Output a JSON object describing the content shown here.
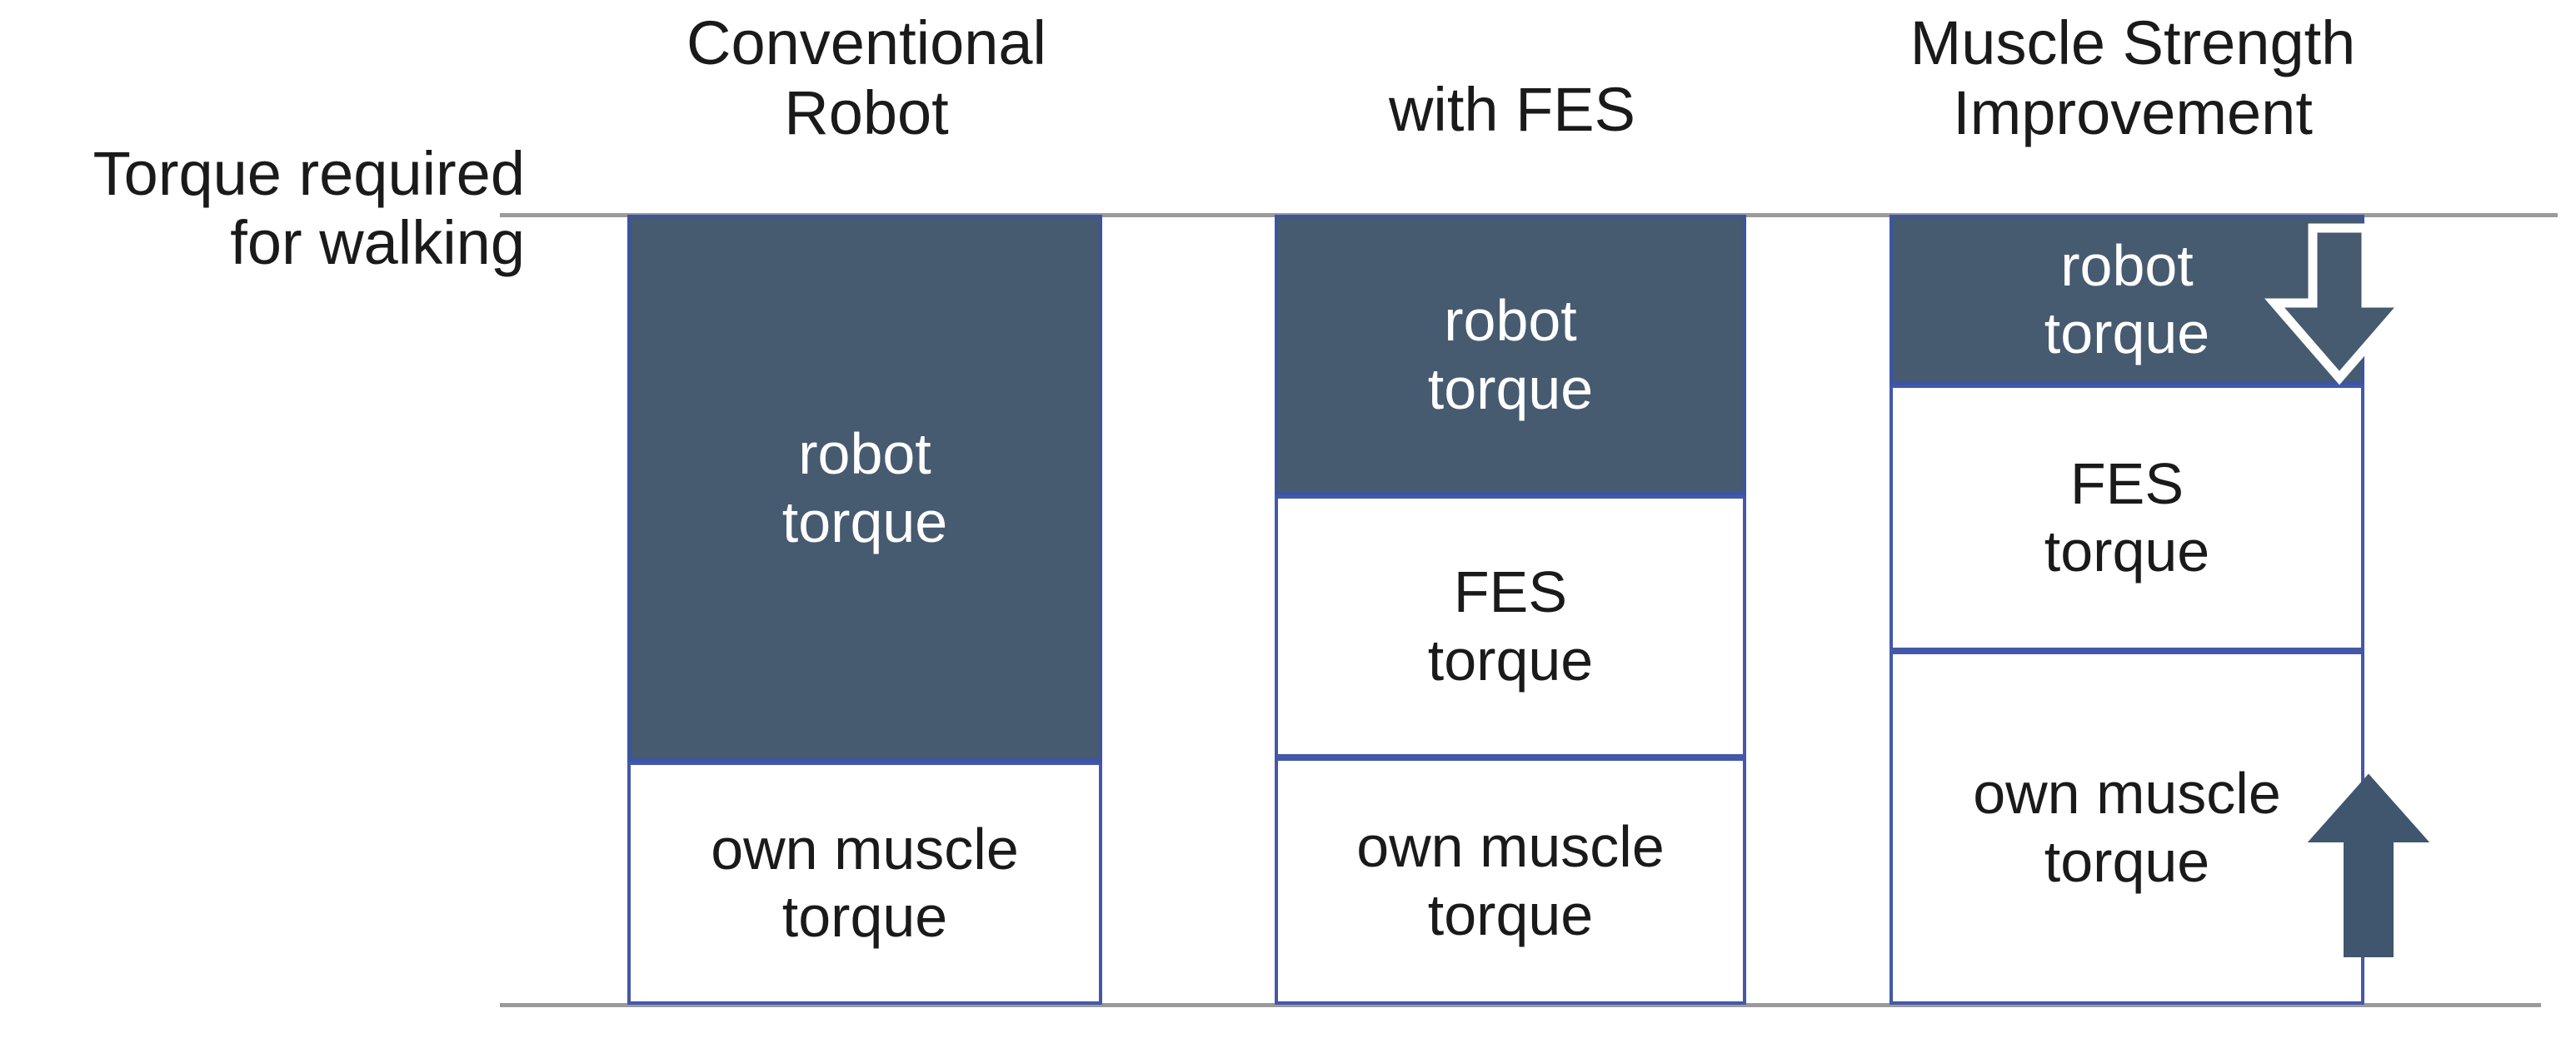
{
  "chart_data": {
    "type": "bar",
    "title": "",
    "subtype": "stacked-bar-conceptual",
    "ylabel": "Torque required for walking",
    "xlabel": "",
    "grid": false,
    "legend": "none",
    "ylim": [
      0,
      100
    ],
    "axis_top_label": "Torque required\nfor walking",
    "categories": [
      "Conventional\nRobot",
      "with FES",
      "Muscle Strength\nImprovement"
    ],
    "stack_order_top_to_bottom": [
      "robot torque",
      "FES torque",
      "own muscle torque"
    ],
    "series": [
      {
        "name": "robot torque",
        "values": [
          69,
          36,
          21
        ]
      },
      {
        "name": "FES torque",
        "values": [
          0,
          33,
          34
        ]
      },
      {
        "name": "own muscle torque",
        "values": [
          31,
          31,
          45
        ]
      }
    ],
    "bars": [
      {
        "category": "Conventional\nRobot",
        "total": 100,
        "segments": [
          {
            "label": "robot\ntorque",
            "value": 69,
            "style": "dark"
          },
          {
            "label": "own muscle\ntorque",
            "value": 31,
            "style": "light"
          }
        ]
      },
      {
        "category": "with FES",
        "total": 100,
        "segments": [
          {
            "label": "robot\ntorque",
            "value": 36,
            "style": "dark"
          },
          {
            "label": "FES\ntorque",
            "value": 33,
            "style": "light"
          },
          {
            "label": "own muscle\ntorque",
            "value": 31,
            "style": "light"
          }
        ]
      },
      {
        "category": "Muscle Strength\nImprovement",
        "total": 100,
        "segments": [
          {
            "label": "robot\ntorque",
            "value": 21,
            "style": "dark"
          },
          {
            "label": "FES\ntorque",
            "value": 34,
            "style": "light"
          },
          {
            "label": "own muscle\ntorque",
            "value": 45,
            "style": "light"
          }
        ]
      }
    ],
    "annotations": [
      {
        "icon": "arrow-down-outline",
        "meaning": "robot torque decreases",
        "attached_to": "Muscle Strength Improvement / robot torque"
      },
      {
        "icon": "arrow-up-solid",
        "meaning": "own muscle torque increases",
        "attached_to": "Muscle Strength Improvement / own muscle torque"
      }
    ],
    "colors": {
      "dark_fill": "#465a70",
      "light_fill": "#ffffff",
      "border": "#3b54a4",
      "axis": "#9a9a9a",
      "text_dark": "#1a1a1a",
      "text_light": "#ffffff"
    }
  },
  "axis": {
    "y_label": "Torque required\nfor walking"
  },
  "headers": [
    {
      "label": "Conventional\nRobot"
    },
    {
      "label": "with FES"
    },
    {
      "label": "Muscle Strength\nImprovement"
    }
  ],
  "bars": [
    {
      "name": "conventional-robot",
      "segments": [
        {
          "label": "robot\ntorque"
        },
        {
          "label": "own muscle\ntorque"
        }
      ]
    },
    {
      "name": "with-fes",
      "segments": [
        {
          "label": "robot\ntorque"
        },
        {
          "label": "FES\ntorque"
        },
        {
          "label": "own muscle\ntorque"
        }
      ]
    },
    {
      "name": "muscle-strength-improvement",
      "segments": [
        {
          "label": "robot\ntorque"
        },
        {
          "label": "FES\ntorque"
        },
        {
          "label": "own muscle\ntorque"
        }
      ]
    }
  ],
  "icons": {
    "arrow_down": "arrow-down-outline-icon",
    "arrow_up": "arrow-up-solid-icon"
  }
}
